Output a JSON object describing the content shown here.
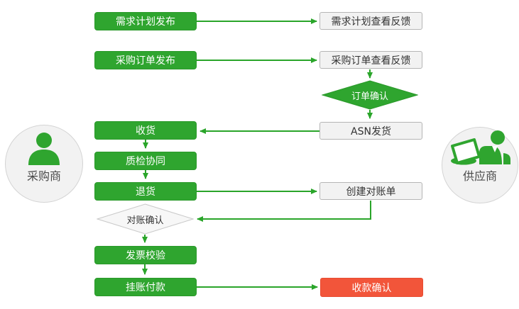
{
  "diagram": {
    "title_hint": "procurement-supplier collaboration flowchart",
    "actors": {
      "buyer": "采购商",
      "supplier": "供应商"
    },
    "nodes": {
      "demand_plan_publish": "需求计划发布",
      "demand_plan_view_feedback": "需求计划查看反馈",
      "po_publish": "采购订单发布",
      "po_view_feedback": "采购订单查看反馈",
      "order_confirm": "订单确认",
      "receive": "收货",
      "asn_ship": "ASN发货",
      "quality_inspection": "质检协同",
      "return_goods": "退货",
      "create_statement": "创建对账单",
      "statement_confirm": "对账确认",
      "invoice_verify": "发票校验",
      "book_payment": "挂账付款",
      "receipt_confirm": "收款确认"
    },
    "edges": [
      {
        "from": "demand_plan_publish",
        "to": "demand_plan_view_feedback"
      },
      {
        "from": "po_publish",
        "to": "po_view_feedback"
      },
      {
        "from": "po_view_feedback",
        "to": "order_confirm"
      },
      {
        "from": "order_confirm",
        "to": "asn_ship"
      },
      {
        "from": "asn_ship",
        "to": "receive"
      },
      {
        "from": "receive",
        "to": "quality_inspection"
      },
      {
        "from": "quality_inspection",
        "to": "return_goods"
      },
      {
        "from": "return_goods",
        "to": "create_statement"
      },
      {
        "from": "create_statement",
        "to": "statement_confirm"
      },
      {
        "from": "statement_confirm",
        "to": "invoice_verify"
      },
      {
        "from": "invoice_verify",
        "to": "book_payment"
      },
      {
        "from": "book_payment",
        "to": "receipt_confirm"
      }
    ],
    "colors": {
      "green": "#2fa52f",
      "green_border": "#2a992a",
      "red": "#f2553a",
      "arrow": "#2aa52a",
      "gray_box_bg": "#f2f2f2",
      "gray_box_border": "#b5b5b5",
      "text_dark": "#333333",
      "text_light": "#ffffff"
    }
  }
}
